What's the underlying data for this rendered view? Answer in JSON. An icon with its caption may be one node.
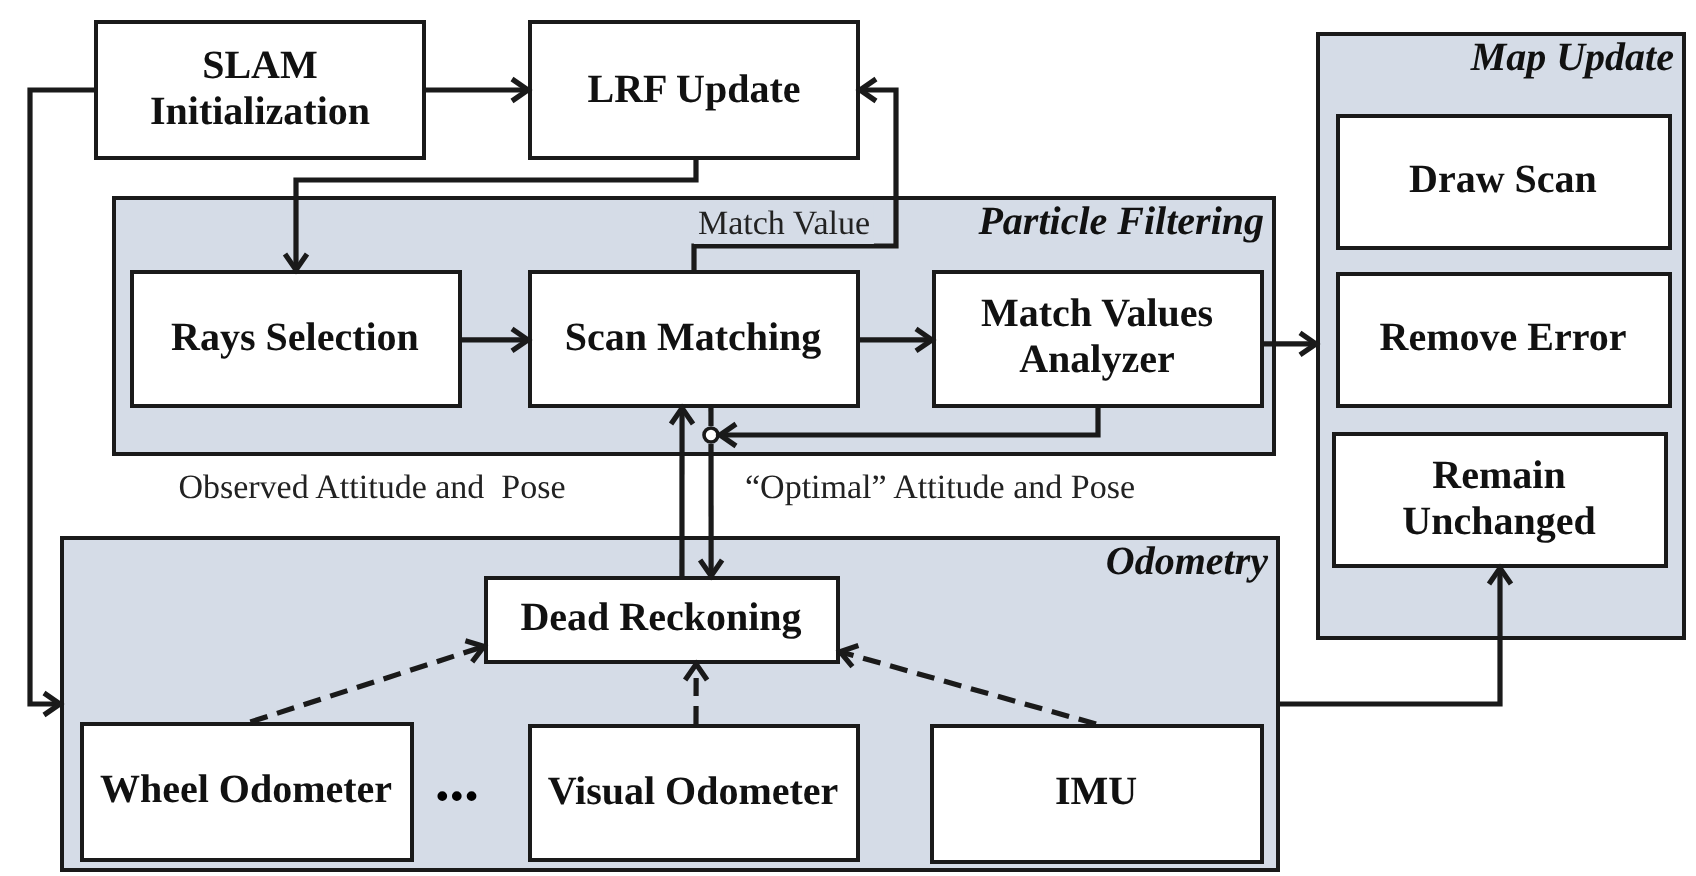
{
  "diagram": {
    "nodes": [
      {
        "text": [
          "SLAM Initialization"
        ]
      },
      {
        "text": [
          "LRF Update"
        ]
      },
      {
        "text": [
          "Particle Filtering"
        ]
      },
      {
        "text": [
          "Rays Selection"
        ],
        "in": 2
      },
      {
        "text": [
          "Scan Matching"
        ],
        "in": 2
      },
      {
        "text": [
          "Match Values Analyzer"
        ],
        "in": 2
      },
      {
        "text": [
          "Map Update"
        ]
      },
      {
        "text": [
          "Draw Scan"
        ],
        "in": 6
      },
      {
        "text": [
          "Remove Error"
        ],
        "in": 6
      },
      {
        "text": [
          "Remain Unchanged"
        ],
        "in": 6
      },
      {
        "text": [
          "Odometry"
        ]
      },
      {
        "text": [
          "Dead Reckoning"
        ],
        "in": 10
      },
      {
        "text": [
          "Wheel Odometer"
        ],
        "in": 10
      },
      {
        "text": [
          "Visual Odometer"
        ],
        "in": 10
      },
      {
        "text": [
          "IMU"
        ],
        "in": 10
      },
      {
        "text": [],
        "shape": "circle",
        "in": 2
      }
    ],
    "edges": [
      {
        "from": 0,
        "to": 1,
        "arrow": "to"
      },
      {
        "from": 1,
        "to": 3,
        "arrow": "to"
      },
      {
        "from": 3,
        "to": 4,
        "arrow": "to"
      },
      {
        "from": 4,
        "to": 5,
        "arrow": "to"
      },
      {
        "from": 4,
        "to": 1,
        "arrow": "to",
        "label": "Match Value"
      },
      {
        "from": 5,
        "to": 6,
        "arrow": "to"
      },
      {
        "from": 11,
        "to": 4,
        "arrow": "to",
        "label": "Observed Attitude and  Pose"
      },
      {
        "from": 5,
        "to": 15,
        "arrow": "to"
      },
      {
        "from": 15,
        "to": 11,
        "arrow": "to",
        "label": "“Optimal” Attitude and Pose"
      },
      {
        "from": 15,
        "to": 4,
        "arrow": "none"
      },
      {
        "from": 0,
        "to": 10,
        "arrow": "to"
      },
      {
        "from": 10,
        "to": 9,
        "arrow": "to"
      },
      {
        "from": 12,
        "to": 11,
        "arrow": "to",
        "style": "dashed"
      },
      {
        "from": 13,
        "to": 11,
        "arrow": "to",
        "style": "dashed"
      },
      {
        "from": 14,
        "to": 11,
        "arrow": "to",
        "style": "dashed"
      }
    ],
    "labels": [
      "•••"
    ]
  }
}
